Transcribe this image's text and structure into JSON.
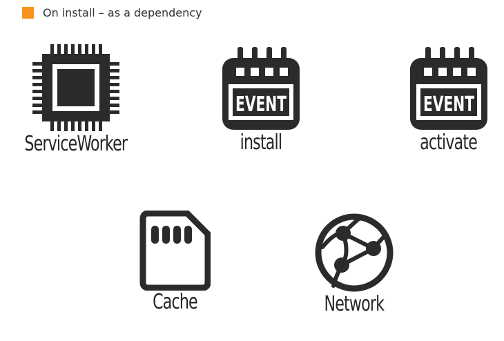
{
  "legend": {
    "label": "On install – as a dependency",
    "swatch_color": "#f7931e"
  },
  "colors": {
    "icon": "#2b2b2b"
  },
  "nodes": [
    {
      "label": "ServiceWorker",
      "icon": "cpu-chip-icon"
    },
    {
      "label": "install",
      "icon": "calendar-event-icon",
      "badge": "EVENT"
    },
    {
      "label": "activate",
      "icon": "calendar-event-icon",
      "badge": "EVENT"
    },
    {
      "label": "Cache",
      "icon": "sd-card-icon"
    },
    {
      "label": "Network",
      "icon": "network-globe-icon"
    }
  ]
}
